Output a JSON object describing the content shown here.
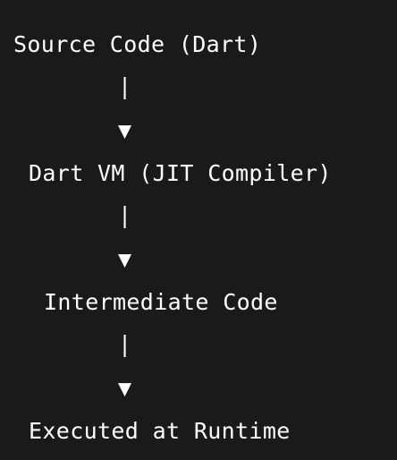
{
  "diagram": {
    "steps": [
      "Source Code (Dart)",
      "Dart VM (JIT Compiler)",
      "Intermediate Code",
      "Executed at Runtime"
    ],
    "connector_bar": "|",
    "connector_arrow": "▼"
  }
}
